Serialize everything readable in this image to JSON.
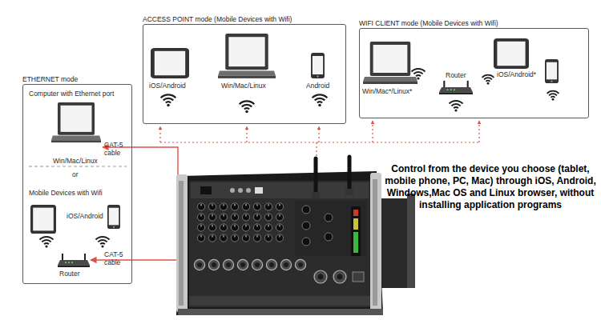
{
  "diagram": {
    "nodes": [
      {
        "text": [
          "ACCESS POINT mode (Mobile Devices with Wifi)"
        ]
      },
      {
        "text": [
          "WIFI CLIENT mode (Mobile Devices with Wifi)"
        ]
      },
      {
        "text": [
          "ETHERNET mode"
        ]
      }
    ],
    "labels": [
      "iOS/Android",
      "Win/Mac/Linux",
      "Android",
      "Win/Mac*/Linux*",
      "Router",
      "iOS/Android*",
      "Computer with Ethernet port",
      "CAT-5 cable",
      "Win/Mac/Linux",
      "or",
      "Mobile Devices with Wifi",
      "iOS/Android",
      "CAT-5 cable",
      "Router",
      "Control from the device you choose (tablet, mobile phone, PC, Mac) through iOS, Android, Windows,Mac OS and Linux browser, without installing application programs"
    ]
  }
}
